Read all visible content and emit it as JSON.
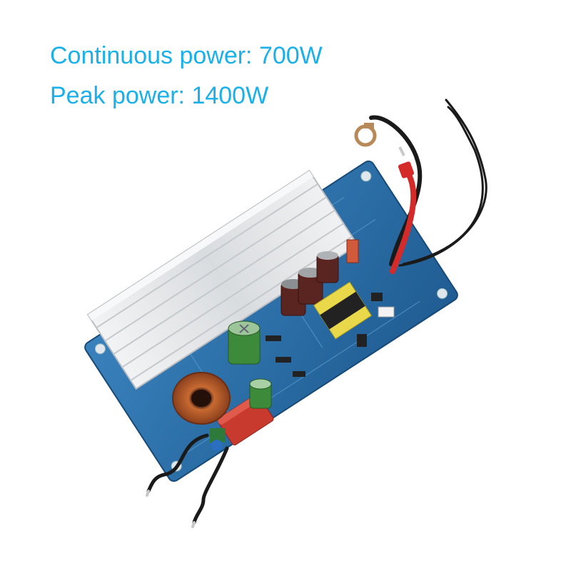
{
  "specs": {
    "continuous_power": "Continuous power: 700W",
    "peak_power": "Peak power: 1400W"
  },
  "colors": {
    "text_accent": "#1ab0ea",
    "pcb_blue": "#2a6fa8",
    "heatsink_silver": "#e4e6e8",
    "wire_red": "#d42a2a",
    "wire_black": "#1a1a1a",
    "capacitor_green": "#3d8a3a",
    "capacitor_brown": "#5a2420",
    "transformer_yellow": "#e8d84a",
    "toroid_copper": "#b55a2a",
    "film_cap_red": "#c83a2e"
  },
  "image": {
    "subject": "pure sine wave inverter circuit board with aluminium heatsink"
  }
}
